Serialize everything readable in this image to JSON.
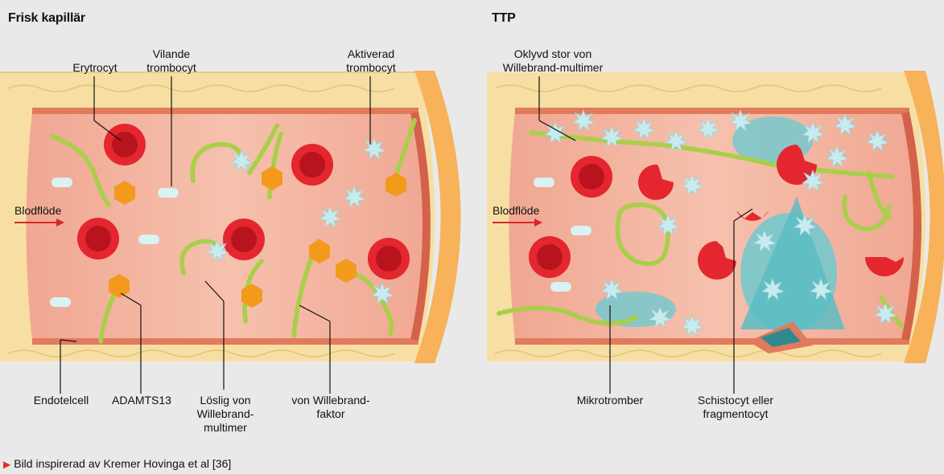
{
  "left_panel": {
    "title": "Frisk kapillär",
    "labels": {
      "erytrocyt": "Erytrocyt",
      "vilande": "Vilande\ntrombocyt",
      "aktiverad": "Aktiverad\ntrombocyt",
      "blodflode": "Blodflöde",
      "endotelcell": "Endotelcell",
      "adamts13": "ADAMTS13",
      "loslig": "Löslig von\nWillebrand-\nmultimer",
      "vwf": "von Willebrand-\nfaktor"
    }
  },
  "right_panel": {
    "title": "TTP",
    "labels": {
      "oklyvd": "Oklyvd stor von\nWillebrand-multimer",
      "blodflode": "Blodflöde",
      "mikrotromber": "Mikrotromber",
      "schistocyt": "Schistocyt eller\nfragmentocyt"
    }
  },
  "footer": {
    "caption": "Bild inspirerad av Kremer Hovinga et al [36]"
  },
  "colors": {
    "background": "#e9e9e9",
    "vessel_lumen": "#f2b4a0",
    "vessel_wall": "#f7dfa3",
    "endothelium": "#e27a5e",
    "erythrocyte": "#d8262e",
    "platelet_activated": "#c8eef0",
    "vwf_strand": "#a9cf4a",
    "adamts13": "#f39a1c",
    "arrow": "#d8262e"
  }
}
